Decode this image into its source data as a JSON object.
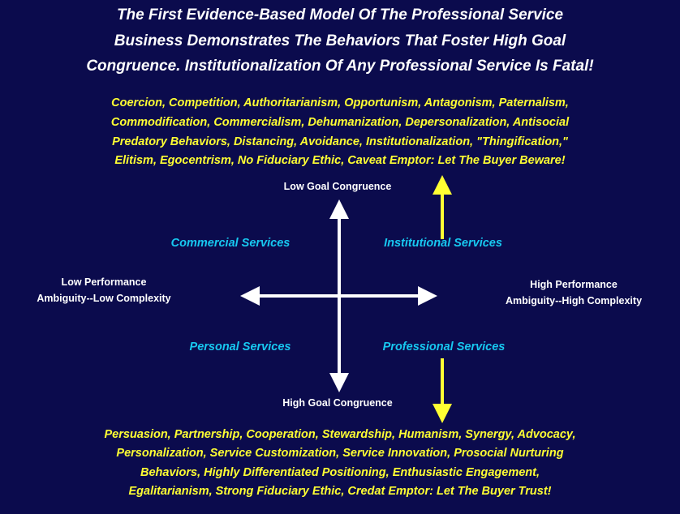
{
  "title_lines": [
    "The First Evidence-Based Model Of The Professional Service",
    "Business  Demonstrates The Behaviors That Foster High Goal",
    "Congruence. Institutionalization Of Any Professional Service Is Fatal!"
  ],
  "top_behaviors": [
    "Coercion, Competition, Authoritarianism, Opportunism, Antagonism, Paternalism,",
    "Commodification, Commercialism, Dehumanization, Depersonalization, Antisocial",
    "Predatory Behaviors, Distancing, Avoidance, Institutionalization, \"Thingification,\"",
    "Elitism, Egocentrism,  No Fiduciary Ethic, Caveat Emptor: Let The Buyer Beware!"
  ],
  "bottom_behaviors": [
    "Persuasion, Partnership, Cooperation, Stewardship, Humanism, Synergy, Advocacy,",
    "Personalization, Service Customization, Service Innovation, Prosocial Nurturing",
    "Behaviors, Highly Differentiated Positioning, Enthusiastic Engagement,",
    "Egalitarianism, Strong Fiduciary Ethic, Credat Emptor: Let The Buyer Trust!"
  ],
  "axes": {
    "top": "Low Goal Congruence",
    "bottom": "High Goal Congruence",
    "left": [
      "Low Performance",
      "Ambiguity--Low Complexity"
    ],
    "right": [
      "High Performance",
      "Ambiguity--High Complexity"
    ]
  },
  "quadrants": {
    "top_left": "Commercial Services",
    "top_right": "Institutional Services",
    "bottom_left": "Personal Services",
    "bottom_right": "Professional Services"
  },
  "colors": {
    "background": "#0b0b4d",
    "yellow": "#ffff33",
    "cyan": "#17c8f0",
    "white": "#ffffff"
  }
}
